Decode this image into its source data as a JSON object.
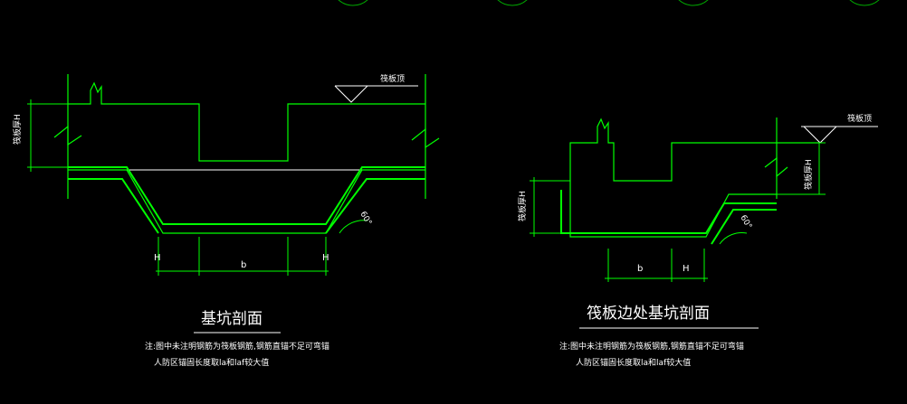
{
  "left": {
    "title": "基坑剖面",
    "note_line1": "注:图中未注明钢筋为筏板钢筋,钢筋直锚不足可弯锚",
    "note_line2": "人防区锚固长度取la和laf较大值",
    "top_label": "筏板顶",
    "thickness_label": "筏板厚H",
    "angle_label": "60°",
    "dim_b": "b",
    "dim_h_left": "H",
    "dim_h_right": "H"
  },
  "right": {
    "title": "筏板边处基坑剖面",
    "note_line1": "注:图中未注明钢筋为筏板钢筋,钢筋直锚不足可弯锚",
    "note_line2": "人防区锚固长度取la和laf较大值",
    "top_label": "筏板顶",
    "thickness_label_left": "筏板厚H",
    "thickness_label_right": "筏板厚H",
    "angle_label": "60°",
    "dim_b": "b",
    "dim_h": "H"
  },
  "colors": {
    "background": "#000000",
    "concrete_outline": "#00ff00",
    "rebar": "#00ff00",
    "text": "#ffffff",
    "marker": "#00aa00"
  }
}
